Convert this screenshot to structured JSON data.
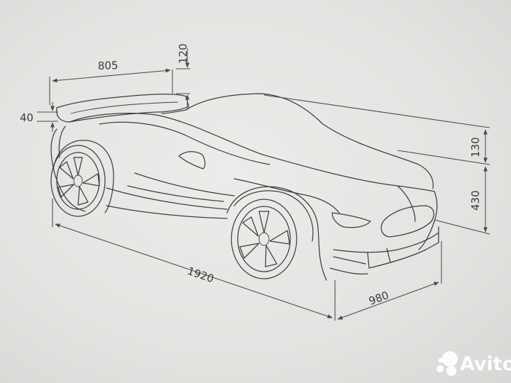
{
  "dimensions": {
    "spoiler_length": "805",
    "spoiler_height": "120",
    "spoiler_thickness": "40",
    "roof_height": "130",
    "body_height": "430",
    "total_length": "1920",
    "total_width": "980"
  },
  "watermark": {
    "brand": "Avito",
    "color": "#ffffff"
  },
  "colors": {
    "background": "#e4e6e3",
    "line": "#3d3e3c"
  }
}
